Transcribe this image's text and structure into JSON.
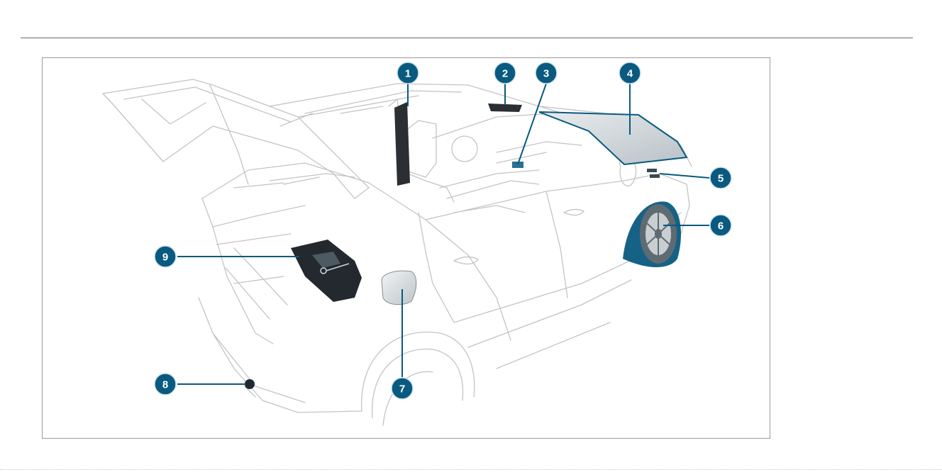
{
  "colors": {
    "accent": "#0a5a80",
    "accent_fill": "#2a6f95",
    "line": "#bdbdbd",
    "line_dark": "#8a8a8a",
    "shade": "#9aa4aa"
  },
  "callouts": [
    {
      "id": "1",
      "label": "1"
    },
    {
      "id": "2",
      "label": "2"
    },
    {
      "id": "3",
      "label": "3"
    },
    {
      "id": "4",
      "label": "4"
    },
    {
      "id": "5",
      "label": "5"
    },
    {
      "id": "6",
      "label": "6"
    },
    {
      "id": "7",
      "label": "7"
    },
    {
      "id": "8",
      "label": "8"
    },
    {
      "id": "9",
      "label": "9"
    }
  ]
}
